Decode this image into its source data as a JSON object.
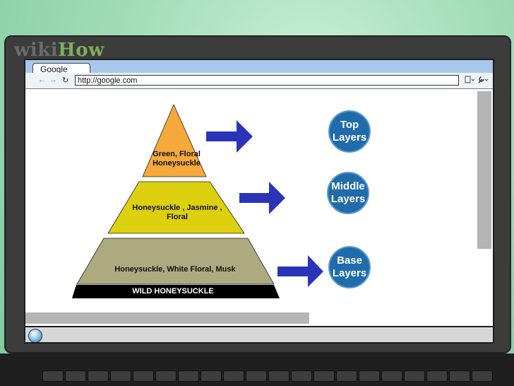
{
  "watermark": {
    "wiki": "wiki",
    "how": "How"
  },
  "browser": {
    "tab_title": "Google",
    "address": "http://google.com",
    "nav": {
      "back": "←",
      "forward": "→",
      "refresh": "↻"
    },
    "toolbar_icons": [
      "page-icon",
      "wrench-icon"
    ]
  },
  "pyramid": {
    "levels": [
      {
        "text_line1": "Green, Floral",
        "text_line2": "Honeysuckle",
        "color": "#f5a93a"
      },
      {
        "text_line1": "Honeysuckle , Jasmine ,",
        "text_line2": "Floral",
        "color": "#ddd00e"
      },
      {
        "text_line1": "Honeysuckle, White Floral, Musk",
        "text_line2": "",
        "color": "#adaa80"
      }
    ],
    "base_label": "WILD HONEYSUCKLE"
  },
  "layers": [
    {
      "line1": "Top",
      "line2": "Layers"
    },
    {
      "line1": "Middle",
      "line2": "Layers"
    },
    {
      "line1": "Base",
      "line2": "Layers"
    }
  ],
  "colors": {
    "arrow": "#2a34b8",
    "circle": "#1f6bab",
    "tabstrip": "#a7c8ea"
  }
}
